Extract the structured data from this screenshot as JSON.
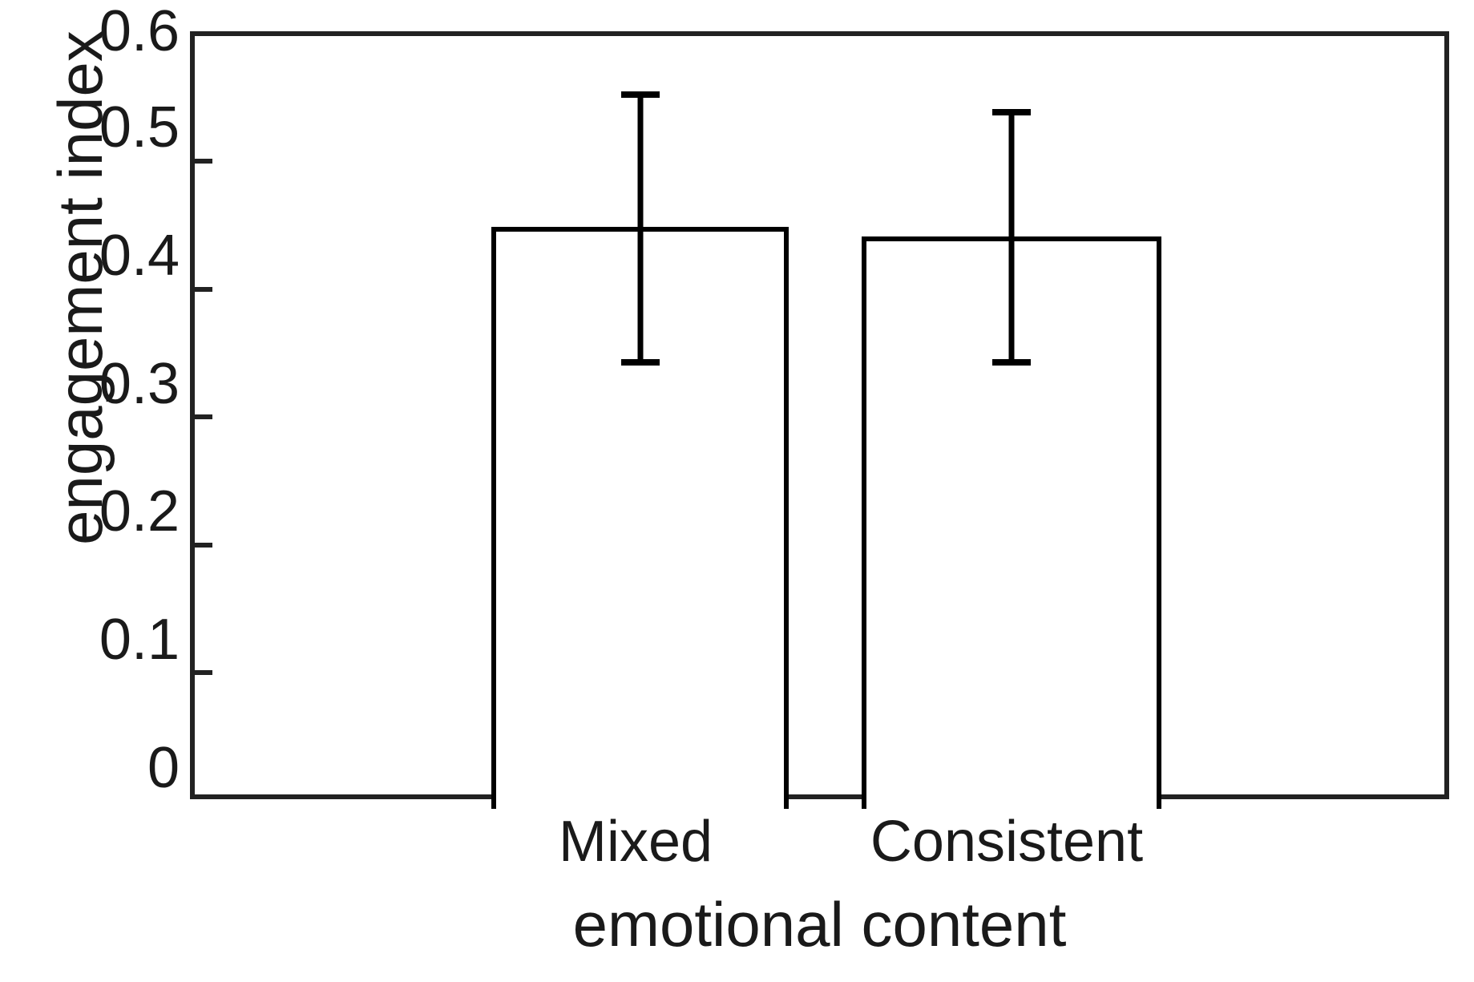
{
  "chart_data": {
    "type": "bar",
    "title": "",
    "subtitle": "",
    "xlabel": "emotional content",
    "ylabel": "engagement index",
    "categories": [
      "Mixed",
      "Consistent"
    ],
    "values": [
      0.451,
      0.443
    ],
    "errors_upper": [
      0.557,
      0.543
    ],
    "errors_lower": [
      0.343,
      0.343
    ],
    "error_plus": [
      0.106,
      0.1
    ],
    "error_minus": [
      0.108,
      0.1
    ],
    "ylim": [
      0,
      0.6
    ],
    "ytick_values": [
      0,
      0.1,
      0.2,
      0.3,
      0.4,
      0.5,
      0.6
    ],
    "ytick_labels": [
      "0",
      "0.1",
      "0.2",
      "0.3",
      "0.4",
      "0.5",
      "0.6"
    ],
    "xtick_labels": [
      "Mixed",
      "Consistent"
    ],
    "grid": false,
    "legend": null,
    "legend_position": "none",
    "bar_facecolor": "#ffffff",
    "bar_edgecolor": "#000000",
    "errorbar_color": "#000000",
    "axis_color": "#222222",
    "background_color": "#ffffff",
    "annotations": []
  },
  "axes": {
    "y_axis_label": "engagement index",
    "x_axis_label": "emotional content"
  }
}
